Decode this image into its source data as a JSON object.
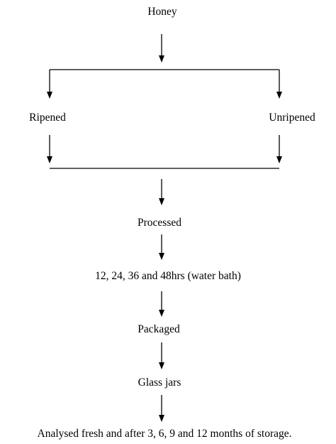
{
  "nodes": {
    "honey": "Honey",
    "ripened": "Ripened",
    "unripened": "Unripened",
    "processed": "Processed",
    "heating": "12, 24, 36 and 48hrs (water bath)",
    "packaged": "Packaged",
    "glass_jars": "Glass jars",
    "analysed": "Analysed fresh and after 3, 6, 9 and 12 months of storage."
  },
  "colors": {
    "line": "#000000",
    "text": "#000000",
    "background": "#ffffff"
  }
}
